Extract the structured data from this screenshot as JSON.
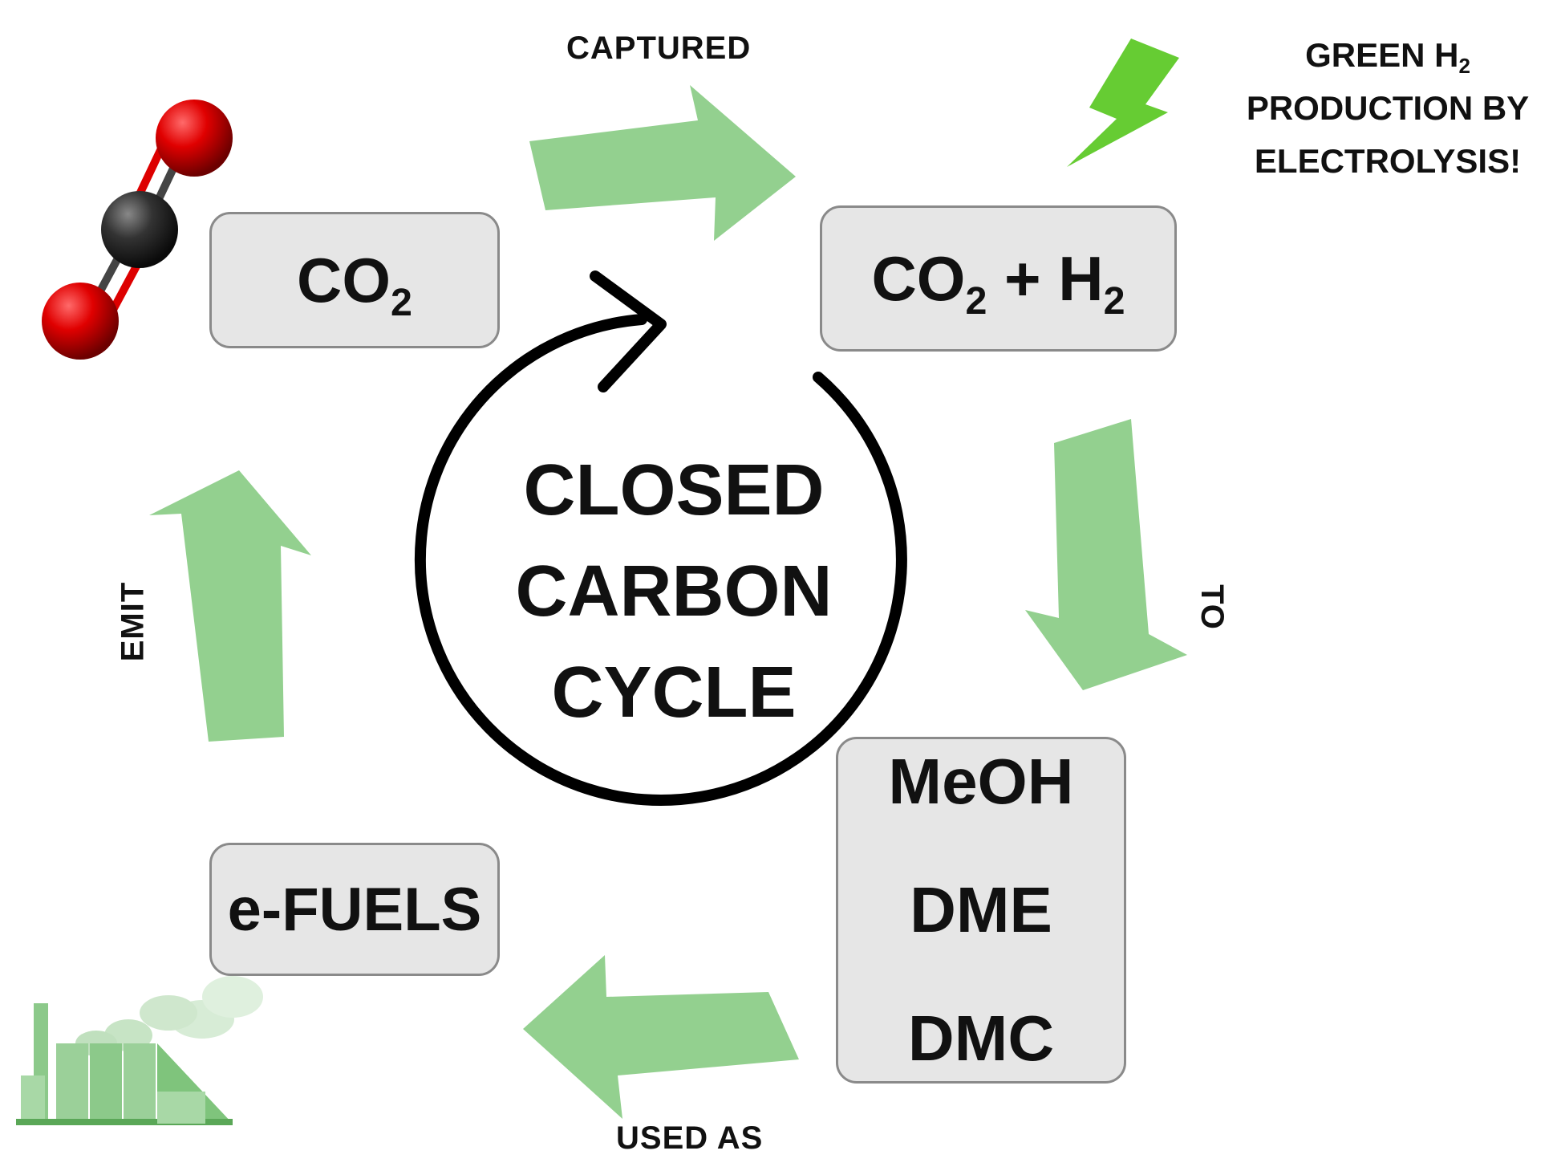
{
  "title": {
    "line1": "CLOSED",
    "line2": "CARBON",
    "line3": "CYCLE"
  },
  "boxes": {
    "co2": {
      "main": "CO",
      "sub": "2"
    },
    "co2_h2": {
      "part1": "CO",
      "sub1": "2",
      "part2": " + H",
      "sub2": "2"
    },
    "products": [
      "MeOH",
      "DME",
      "DMC"
    ],
    "efuels": "e-FUELS"
  },
  "labels": {
    "captured": "CAPTURED",
    "to": "TO",
    "used_as": "USED AS",
    "emit": "EMIT"
  },
  "green_note": {
    "line1_main": "GREEN H",
    "line1_sub": "2",
    "line2": "PRODUCTION BY",
    "line3": "ELECTROLYSIS!"
  },
  "icons": [
    "co2-molecule-icon",
    "lightning-bolt-icon",
    "factory-icon",
    "cycle-arrow-icon"
  ],
  "colors": {
    "arrow_green": "#93d08f",
    "bolt_green": "#66cc33",
    "box_fill": "#e6e6e6",
    "oxygen_red": "#d10000",
    "carbon_black": "#2b2b2b"
  }
}
